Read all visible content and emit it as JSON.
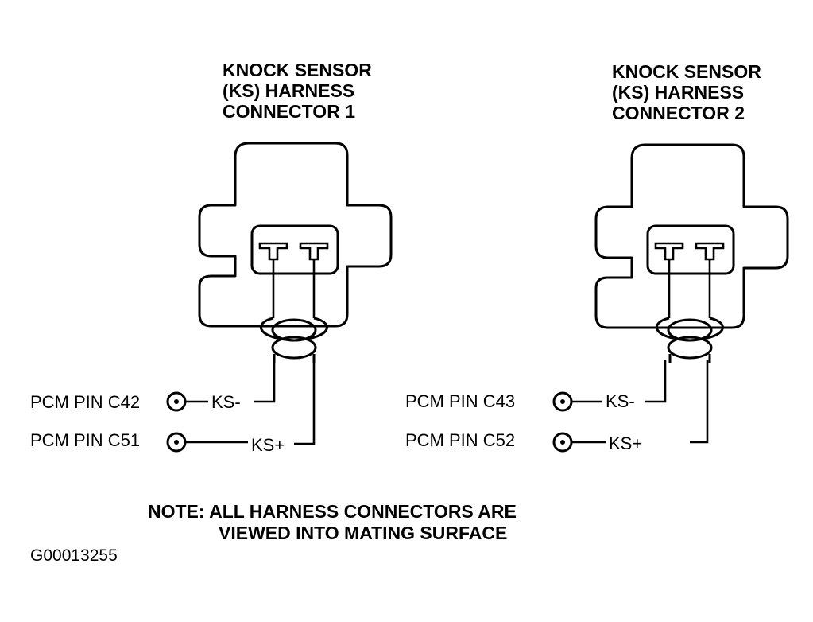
{
  "connectors": [
    {
      "title_lines": [
        "KNOCK SENSOR",
        "(KS) HARNESS",
        "CONNECTOR 1"
      ],
      "pins": [
        {
          "pin_label": "PCM PIN C42",
          "signal": "KS-"
        },
        {
          "pin_label": "PCM PIN C51",
          "signal": "KS+"
        }
      ]
    },
    {
      "title_lines": [
        "KNOCK SENSOR",
        "(KS) HARNESS",
        "CONNECTOR 2"
      ],
      "pins": [
        {
          "pin_label": "PCM PIN C43",
          "signal": "KS-"
        },
        {
          "pin_label": "PCM PIN C52",
          "signal": "KS+"
        }
      ]
    }
  ],
  "note_lines": [
    "NOTE: ALL HARNESS CONNECTORS ARE",
    "VIEWED INTO MATING SURFACE"
  ],
  "figure_id": "G00013255",
  "colors": {
    "ink": "#000000",
    "background": "#ffffff"
  }
}
